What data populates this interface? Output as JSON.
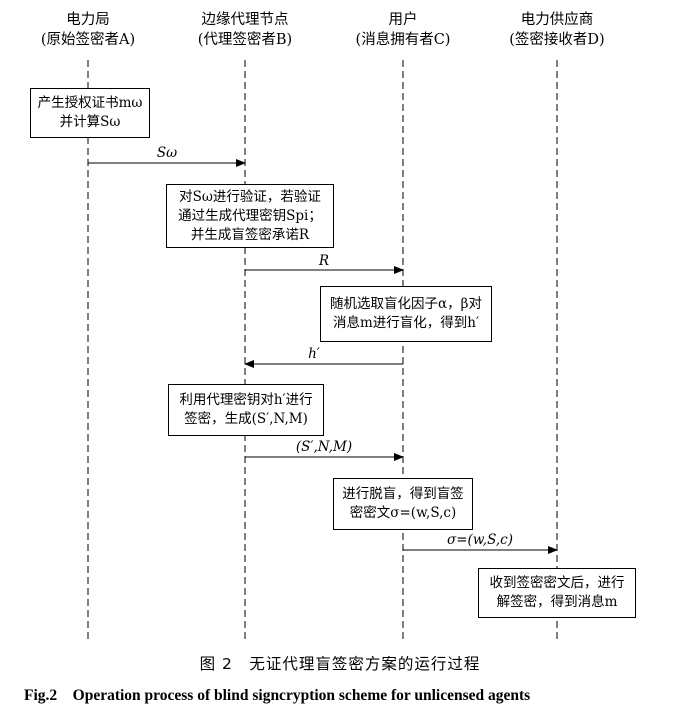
{
  "participants": [
    {
      "name": "电力局",
      "role": "(原始签密者A)"
    },
    {
      "name": "边缘代理节点",
      "role": "(代理签密者B)"
    },
    {
      "name": "用户",
      "role": "(消息拥有者C)"
    },
    {
      "name": "电力供应商",
      "role": "(签密接收者D)"
    }
  ],
  "steps": [
    {
      "line1": "产生授权证书mω",
      "line2": "并计算Sω"
    },
    {
      "line1": "对Sω进行验证，若验证",
      "line2": "通过生成代理密钥Spi；",
      "line3": "并生成盲签密承诺R"
    },
    {
      "line1": "随机选取盲化因子α，β对",
      "line2": "消息m进行盲化，得到h′"
    },
    {
      "line1": "利用代理密钥对h′进行",
      "line2": "签密，生成(S′,N,M)"
    },
    {
      "line1": "进行脱盲，得到盲签",
      "line2": "密密文σ=(w,S,c)"
    },
    {
      "line1": "收到签密密文后，进行",
      "line2": "解签密，得到消息m"
    }
  ],
  "messages": [
    {
      "label": "Sω"
    },
    {
      "label": "R"
    },
    {
      "label": "h′"
    },
    {
      "label": "(S′,N,M)"
    },
    {
      "label": "σ=(w,S,c)"
    }
  ],
  "caption": {
    "cn": "图 2　无证代理盲签密方案的运行过程",
    "en": "Fig.2　Operation process of blind signcryption scheme for unlicensed agents"
  }
}
